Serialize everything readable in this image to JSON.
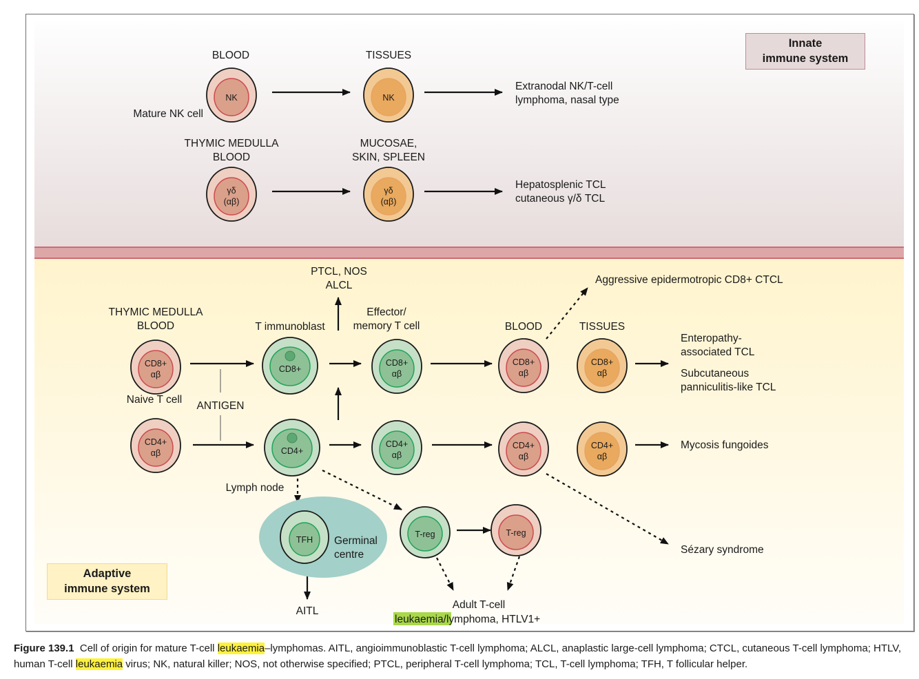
{
  "figure": {
    "innate_label": "Innate\nimmune system",
    "adaptive_label": "Adaptive\nimmune system",
    "innate": {
      "nk_row": {
        "source_location": "BLOOD",
        "target_location": "TISSUES",
        "source_cell": "NK",
        "target_cell": "NK",
        "cell_caption": "Mature NK cell",
        "outcome": [
          "Extranodal NK/T-cell",
          "lymphoma, nasal type"
        ]
      },
      "gd_row": {
        "source_location": [
          "THYMIC MEDULLA",
          "BLOOD"
        ],
        "target_location": [
          "MUCOSAE,",
          "SKIN, SPLEEN"
        ],
        "source_cell": [
          "γδ",
          "(αβ)"
        ],
        "target_cell": [
          "γδ",
          "(αβ)"
        ],
        "outcome": [
          "Hepatosplenic TCL",
          "cutaneous γ/δ TCL"
        ]
      }
    },
    "adaptive": {
      "naive_location": [
        "THYMIC MEDULLA",
        "BLOOD"
      ],
      "naive_caption": "Naive T cell",
      "antigen": "ANTIGEN",
      "immunoblast_label": "T immunoblast",
      "effector_label": [
        "Effector/",
        "memory T cell"
      ],
      "ptcl_outcome": [
        "PTCL, NOS",
        "ALCL"
      ],
      "blood_label": "BLOOD",
      "tissues_label": "TISSUES",
      "lymph_node": "Lymph node",
      "germinal_centre": [
        "Germinal",
        "centre"
      ],
      "cells": {
        "naive_cd8": [
          "CD8+",
          "αβ"
        ],
        "naive_cd4": [
          "CD4+",
          "αβ"
        ],
        "blast_cd8": "CD8+",
        "blast_cd4": "CD4+",
        "eff_cd8": [
          "CD8+",
          "αβ"
        ],
        "eff_cd4": [
          "CD4+",
          "αβ"
        ],
        "blood_cd8": [
          "CD8+",
          "αβ"
        ],
        "blood_cd4": [
          "CD4+",
          "αβ"
        ],
        "tissue_cd8": [
          "CD8+",
          "αβ"
        ],
        "tissue_cd4": [
          "CD4+",
          "αβ"
        ],
        "tfh": "TFH",
        "treg_green": "T-reg",
        "treg_red": "T-reg"
      },
      "outcomes": {
        "aggressive_ctcl": "Aggressive epidermotropic CD8+ CTCL",
        "eatl": [
          "Enteropathy-",
          "associated TCL"
        ],
        "sptcl": [
          "Subcutaneous",
          "panniculitis-like TCL"
        ],
        "mf": "Mycosis fungoides",
        "sezary": "Sézary syndrome",
        "aitl": "AITL",
        "atll_line1": "Adult T-cell",
        "atll_highlight": "leukaemia",
        "atll_rest": "/lymphoma, HTLV1+"
      }
    }
  },
  "caption": {
    "figure_number": "Figure 139.1",
    "part1": "  Cell of origin for mature T-cell ",
    "highlight1": "leukaemia",
    "part2": "–lymphomas. AITL, angioimmunoblastic T-cell lymphoma; ALCL, anaplastic large-cell lymphoma; CTCL, cutaneous T-cell lymphoma; HTLV, human T-cell ",
    "highlight2": "leukaemia",
    "part3": " virus; NK, natural killer; NOS, not otherwise specified; PTCL, peripheral T-cell lymphoma; TCL, T-cell lymphoma; TFH, T follicular helper."
  },
  "colors": {
    "innate_box_fill": "#e6d9d9",
    "adaptive_box_fill": "#fff2c4",
    "band": "#dea7a7",
    "blood_cell_outer": "#efcfc2",
    "blood_cell_inner": "#dba08a",
    "blood_cell_ring": "#cc4a4f",
    "tissue_cell_outer": "#f3c993",
    "tissue_cell_inner": "#e9a95e",
    "green_cell_outer": "#c5e0c6",
    "green_cell_inner": "#8fc196",
    "green_cell_ring": "#1fa35a",
    "germinal_centre": "#a3d0c8",
    "highlight_yellow": "#fff23a",
    "highlight_green": "#a9d84a"
  }
}
